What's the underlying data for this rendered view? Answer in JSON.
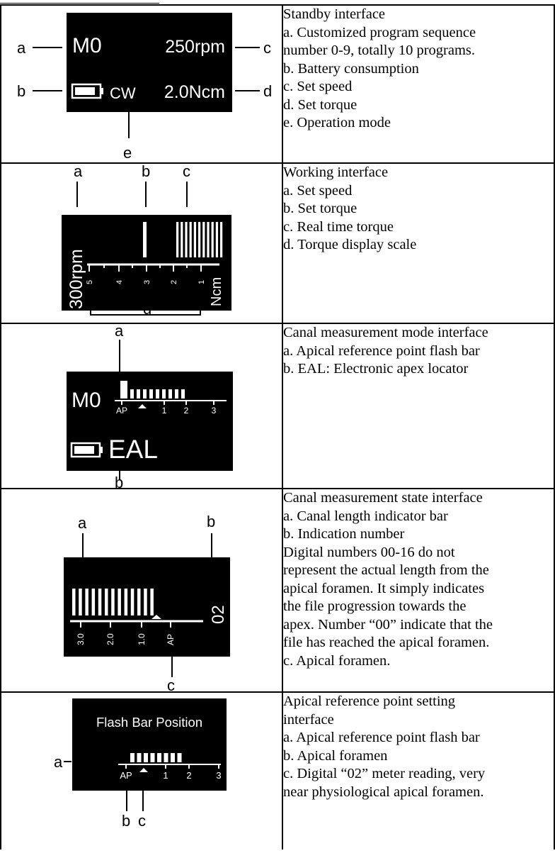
{
  "rows": [
    {
      "figure": {
        "program": "M0",
        "speed": "250rpm",
        "mode": "CW",
        "torque": "2.0Ncm",
        "callouts": {
          "a": "a",
          "b": "b",
          "c": "c",
          "d": "d",
          "e": "e"
        }
      },
      "lines": [
        "Standby interface",
        "a. Customized program sequence",
        "number 0-9, totally 10 programs.",
        "b. Battery consumption",
        "c. Set speed",
        "d. Set torque",
        "e. Operation mode"
      ]
    },
    {
      "figure": {
        "speed": "300rpm",
        "unit": "Ncm",
        "scale": [
          "5",
          "4",
          "3",
          "2",
          "1"
        ],
        "callouts": {
          "a": "a",
          "b": "b",
          "c": "c",
          "d": "d"
        }
      },
      "lines": [
        "Working interface",
        "a. Set speed",
        "b. Set torque",
        "c. Real time torque",
        "d. Torque display scale"
      ]
    },
    {
      "figure": {
        "program": "M0",
        "mode": "EAL",
        "scale": [
          "AP",
          "1",
          "2",
          "3"
        ],
        "callouts": {
          "a": "a",
          "b": "b"
        }
      },
      "lines": [
        "Canal measurement mode interface",
        "a. Apical reference point flash bar",
        "b.  EAL: Electronic apex locator"
      ]
    },
    {
      "figure": {
        "number": "02",
        "scale": [
          "3.0",
          "2.0",
          "1.0",
          "AP"
        ],
        "callouts": {
          "a": "a",
          "b": "b",
          "c": "c"
        }
      },
      "lines": [
        "Canal measurement state interface",
        "a. Canal length indicator bar",
        "b. Indication number",
        "Digital numbers 00-16 do not",
        "represent the actual length from the",
        "apical foramen. It simply indicates",
        "the file progression towards the",
        "apex. Number “00” indicate that the",
        "file has reached the apical foramen.",
        "c. Apical foramen."
      ]
    },
    {
      "figure": {
        "title": "Flash Bar Position",
        "scale": [
          "AP",
          "1",
          "2",
          "3"
        ],
        "callouts": {
          "a": "a",
          "b": "b",
          "c": "c"
        }
      },
      "lines": [
        "Apical reference point setting",
        "interface",
        "a. Apical reference point flash bar",
        "b. Apical foramen",
        "c. Digital “02” meter reading, very",
        "near physiological apical foramen."
      ]
    }
  ]
}
